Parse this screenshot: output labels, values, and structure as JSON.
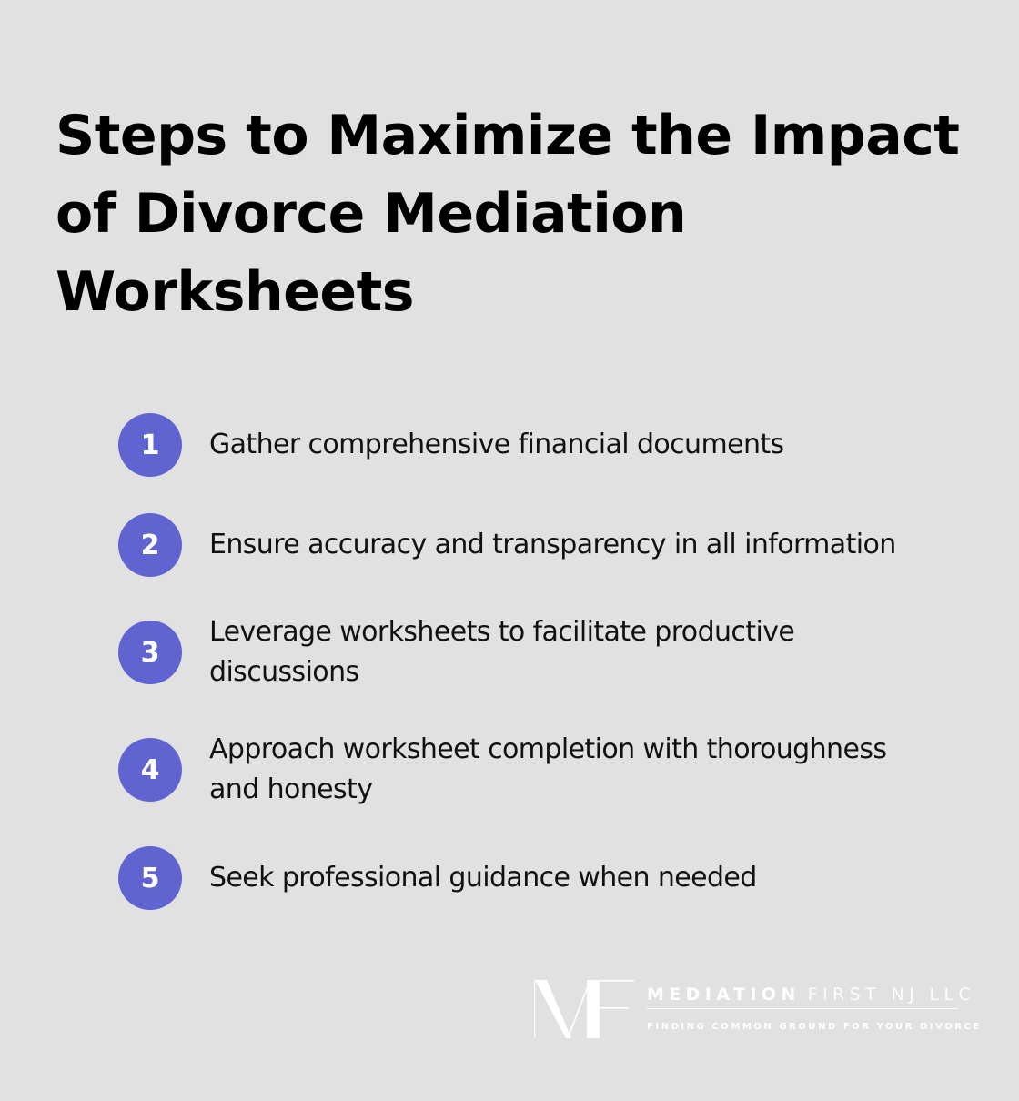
{
  "title": "Steps to Maximize the Impact of Divorce Mediation Worksheets",
  "colors": {
    "background": "#e0e1e0",
    "badge": "#6064d0",
    "title_text": "#000000",
    "step_text": "#111111",
    "logo": "#ffffff"
  },
  "steps": [
    {
      "number": "1",
      "text": "Gather comprehensive financial documents"
    },
    {
      "number": "2",
      "text": "Ensure accuracy and transparency in all information"
    },
    {
      "number": "3",
      "text": "Leverage worksheets to facilitate productive discussions"
    },
    {
      "number": "4",
      "text": "Approach worksheet completion with thoroughness and honesty"
    },
    {
      "number": "5",
      "text": "Seek professional guidance when needed"
    }
  ],
  "logo": {
    "monogram": "MF",
    "name_bold": "MEDIATION",
    "name_light": "FIRST NJ LLC",
    "tagline": "FINDING COMMON GROUND FOR YOUR DIVORCE"
  }
}
